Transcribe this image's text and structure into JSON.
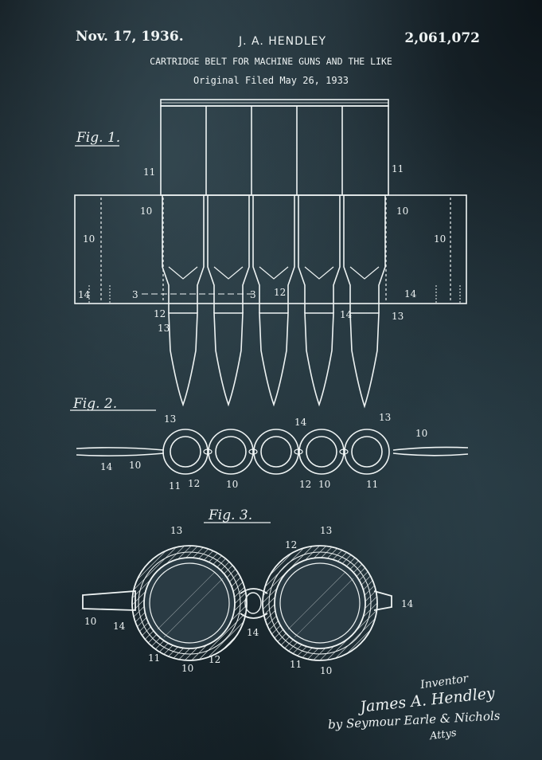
{
  "header": {
    "date": "Nov. 17, 1936.",
    "inventor": "J. A. HENDLEY",
    "patent_number": "2,061,072",
    "title": "CARTRIDGE BELT FOR MACHINE GUNS AND THE LIKE",
    "filed": "Original Filed May 26, 1933"
  },
  "figures": {
    "fig1_label": "Fig. 1.",
    "fig2_label": "Fig. 2.",
    "fig3_label": "Fig. 3."
  },
  "signature": {
    "inventor_label": "Inventor",
    "inventor_name": "James A. Hendley",
    "attorneys": "by Seymour Earle & Nichols",
    "attorneys_label": "Attys"
  },
  "colors": {
    "background": "#22333b",
    "ink": "#eef3f3"
  }
}
